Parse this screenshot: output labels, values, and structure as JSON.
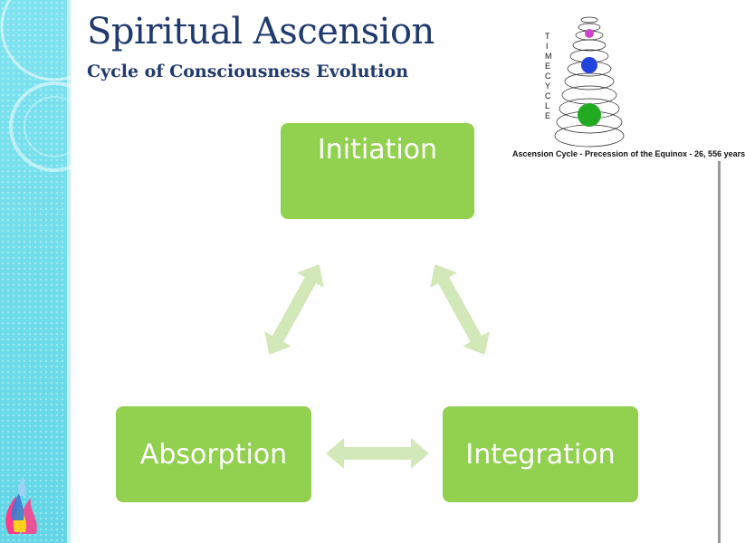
{
  "slide": {
    "title": "Spiritual Ascension",
    "subtitle": "Cycle of Consciousness  Evolution"
  },
  "diagram": {
    "nodes": [
      {
        "id": "initiation",
        "label": "Initiation"
      },
      {
        "id": "absorption",
        "label": "Absorption"
      },
      {
        "id": "integration",
        "label": "Integration"
      }
    ],
    "edges": [
      {
        "from": "initiation",
        "to": "absorption",
        "type": "bidirectional"
      },
      {
        "from": "initiation",
        "to": "integration",
        "type": "bidirectional"
      },
      {
        "from": "absorption",
        "to": "integration",
        "type": "bidirectional"
      }
    ],
    "colors": {
      "node_fill": "#92d050",
      "arrow_fill": "#d2e8b8",
      "title": "#1f3a6e"
    }
  },
  "timecycle": {
    "letters": [
      "T",
      "I",
      "M",
      "E",
      "C",
      "Y",
      "C",
      "L",
      "E"
    ],
    "caption": "Ascension Cycle - Precession of the Equinox - 26, 556 years",
    "sphere_colors": [
      "#cc44cc",
      "#2244dd",
      "#22aa22"
    ]
  },
  "decor": {
    "flame_colors": [
      "#ff3b8a",
      "#ffd21f",
      "#3a7bd5",
      "#9cd3f5"
    ]
  }
}
